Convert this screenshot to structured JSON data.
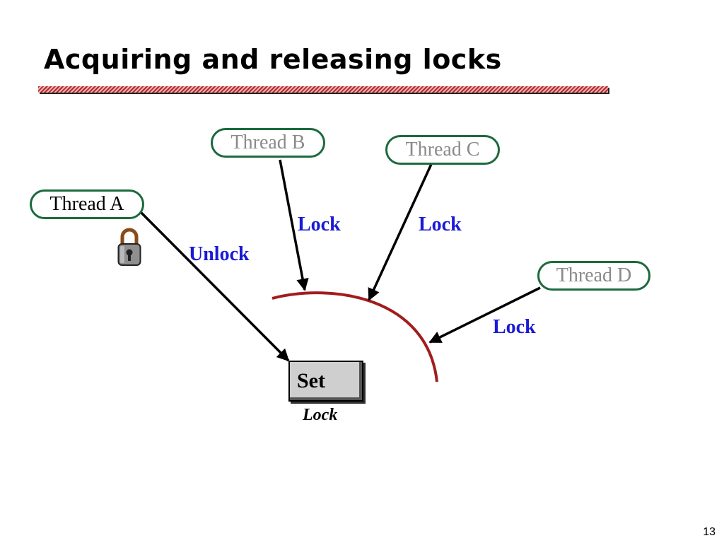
{
  "slide": {
    "title": "Acquiring and releasing locks",
    "page_number": "13"
  },
  "threads": {
    "a": "Thread A",
    "b": "Thread B",
    "c": "Thread C",
    "d": "Thread D"
  },
  "operations": {
    "a_unlock": "Unlock",
    "b_lock": "Lock",
    "c_lock": "Lock",
    "d_lock": "Lock"
  },
  "set": {
    "label": "Set",
    "caption": "Lock"
  },
  "icons": {
    "held_lock": "padlock-icon"
  },
  "colors": {
    "thread_border": "#1c6a3d",
    "operation_text": "#1a1ad6",
    "queue_arc": "#a11d1d",
    "waiting_text": "#8a8a8a"
  }
}
